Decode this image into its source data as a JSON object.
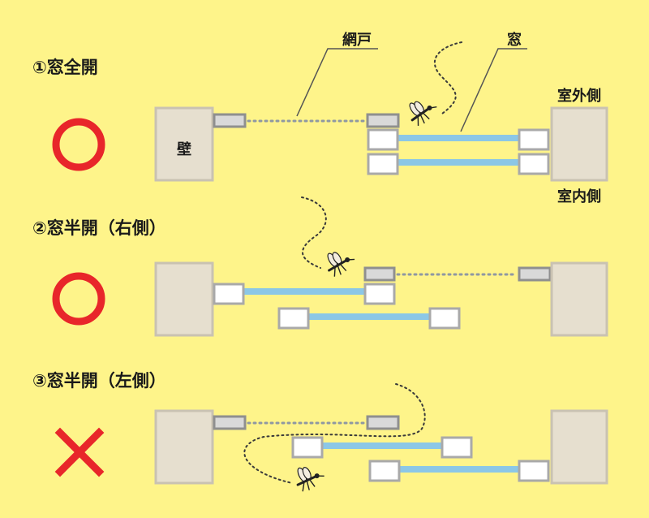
{
  "colors": {
    "background": "#fef48a",
    "wall": "#e6dfcf",
    "glass": "#8cc7e6",
    "ok_mark": "#e8262a",
    "ng_mark": "#e8262a"
  },
  "labels": {
    "screen": "網戸",
    "window": "窓",
    "wall": "壁",
    "outdoor": "室外側",
    "indoor": "室内側"
  },
  "scenarios": [
    {
      "heading": "①窓全開",
      "mark": "○",
      "result": "ok"
    },
    {
      "heading": "②窓半開（右側）",
      "mark": "○",
      "result": "ok"
    },
    {
      "heading": "③窓半開（左側）",
      "mark": "×",
      "result": "ng"
    }
  ],
  "icons": {
    "insect": "mosquito-icon",
    "ok": "circle-mark-icon",
    "ng": "cross-mark-icon"
  }
}
